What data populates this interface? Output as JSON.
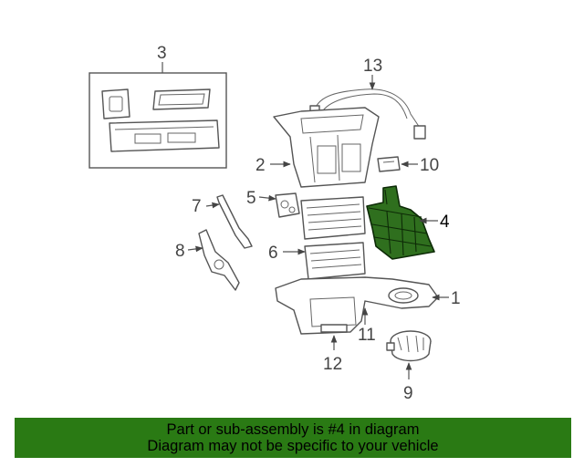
{
  "callouts": {
    "c1": "1",
    "c2": "2",
    "c3": "3",
    "c4": "4",
    "c5": "5",
    "c6": "6",
    "c7": "7",
    "c8": "8",
    "c9": "9",
    "c10": "10",
    "c11": "11",
    "c12": "12",
    "c13": "13"
  },
  "highlight_color": "#2a7a14",
  "banner": {
    "line1": "Part or sub-assembly is #4 in diagram",
    "line2": "Diagram may not be specific to your vehicle"
  }
}
